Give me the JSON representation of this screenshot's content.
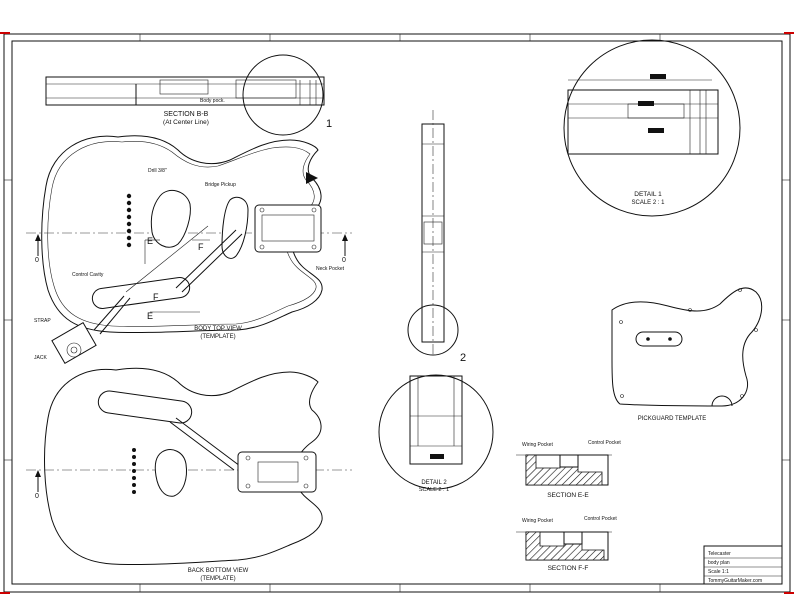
{
  "labels": {
    "section_b_title": "SECTION B-B",
    "section_b_sub": "(At Center Line)",
    "section_b_note": "Body pock.",
    "detail1_callout": "1",
    "detail2_callout": "2",
    "detail1_title": "DETAIL 1",
    "detail1_scale": "SCALE 2 : 1",
    "detail2_title": "DETAIL 2",
    "detail2_scale": "SCALE 2 : 1",
    "top_view_title": "BODY TOP VIEW",
    "top_view_sub": "(TEMPLATE)",
    "back_view_title": "BACK BOTTOM VIEW",
    "back_view_sub": "(TEMPLATE)",
    "pickguard_title": "PICKGUARD TEMPLATE",
    "section_e_title": "SECTION E-E",
    "section_f_title": "SECTION F-F",
    "wiring_pocket": "Wiring Pocket",
    "control_pocket": "Control Pocket",
    "neck_pocket": "Neck Pocket",
    "bridge_pickup": "Bridge Pickup",
    "control_cavity": "Control Cavity",
    "strap": "STRAP",
    "jack": "JACK",
    "neck_pocket_note": "Neck Pocket",
    "drill_note": "Drill 3/8\"",
    "section_letter_e1": "E",
    "section_letter_e2": "E",
    "section_letter_f1": "F",
    "section_letter_f2": "F",
    "datum_left": "0",
    "datum_right": "0",
    "datum_left_back": "0"
  },
  "title_block": {
    "line1": "Telecaster",
    "line2": "body plan",
    "line3": "Scale 1:1",
    "footer": "TommyGuitarMaker.com"
  }
}
